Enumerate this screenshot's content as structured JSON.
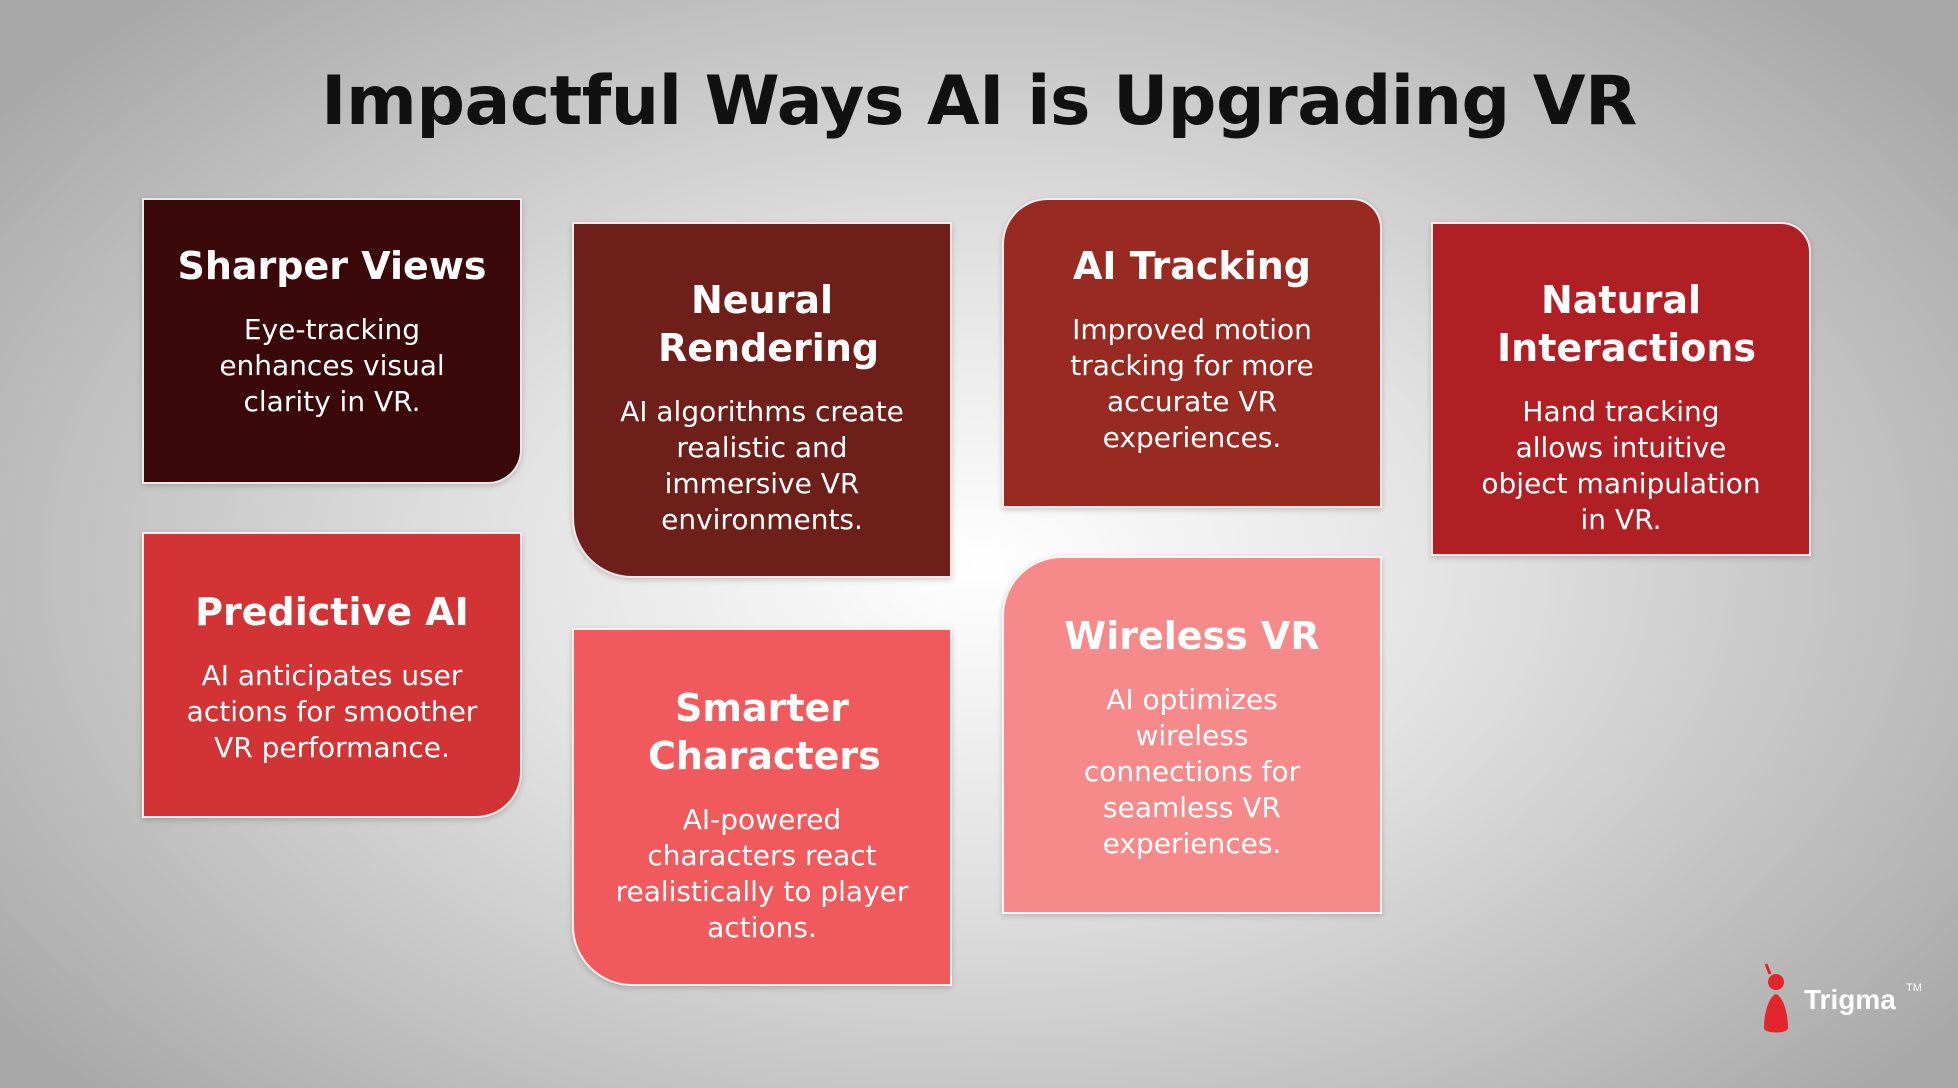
{
  "title": "Impactful Ways AI is Upgrading VR",
  "cards": [
    {
      "title": "Sharper Views",
      "description": "Eye-tracking enhances visual clarity in VR."
    },
    {
      "title": "Neural Rendering",
      "description": "AI algorithms create realistic and immersive VR environments."
    },
    {
      "title": "AI Tracking",
      "description": "Improved motion tracking for more accurate VR experiences."
    },
    {
      "title": "Natural Interactions",
      "description": "Hand tracking allows intuitive object manipulation in VR."
    },
    {
      "title": "Predictive AI",
      "description": "AI anticipates user actions for smoother VR performance."
    },
    {
      "title": "Smarter Characters",
      "description": "AI-powered characters react realistically to player actions."
    },
    {
      "title": "Wireless VR",
      "description": "AI optimizes wireless connections for seamless VR experiences."
    }
  ],
  "colors": {
    "card_1": "#3b080a",
    "card_2": "#6e1f1a",
    "card_3": "#982a22",
    "card_4": "#b01f24",
    "card_5": "#d23335",
    "card_6": "#f05a5c",
    "card_7": "#f68a8a"
  },
  "logo": {
    "name": "Trigma",
    "trademark": "TM",
    "icon": "trigma-figure-logo"
  }
}
